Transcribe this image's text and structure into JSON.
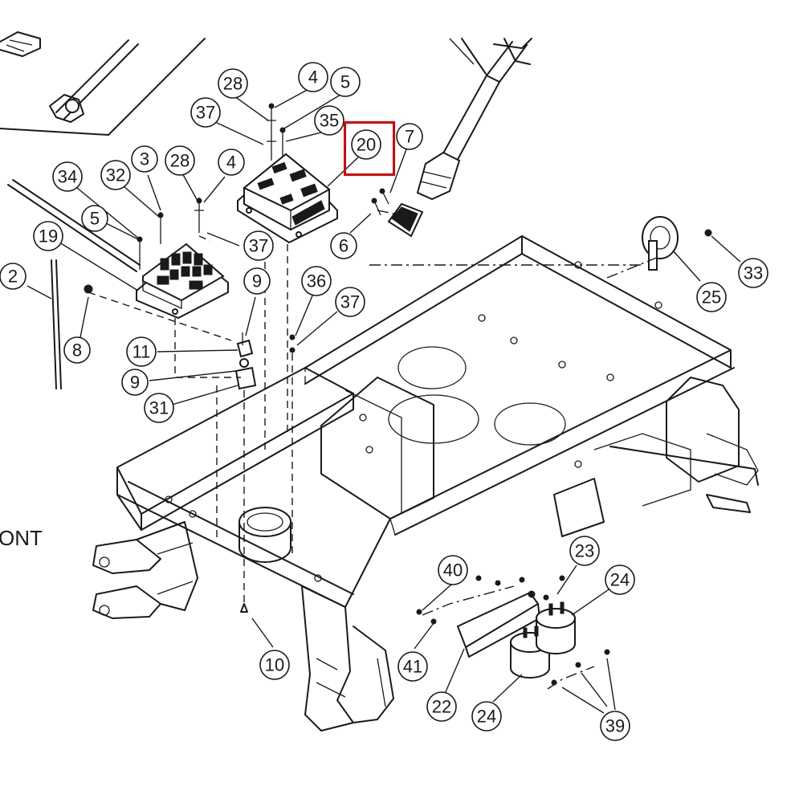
{
  "diagram": {
    "corner_text": "ONT",
    "highlighted_callout": "20",
    "highlight_color": "#d40000",
    "callout_labels": {
      "c28a": "28",
      "c4a": "4",
      "c5a": "5",
      "c37a": "37",
      "c35": "35",
      "c20": "20",
      "c7": "7",
      "c34": "34",
      "c32": "32",
      "c3": "3",
      "c28b": "28",
      "c4b": "4",
      "c5b": "5",
      "c19": "19",
      "c37b": "37",
      "c6": "6",
      "c2": "2",
      "c8": "8",
      "c9a": "9",
      "c36": "36",
      "c37c": "37",
      "c11": "11",
      "c9b": "9",
      "c31": "31",
      "c25": "25",
      "c33": "33",
      "c10": "10",
      "c40": "40",
      "c41": "41",
      "c22": "22",
      "c23": "23",
      "c24a": "24",
      "c24b": "24",
      "c39": "39"
    }
  }
}
